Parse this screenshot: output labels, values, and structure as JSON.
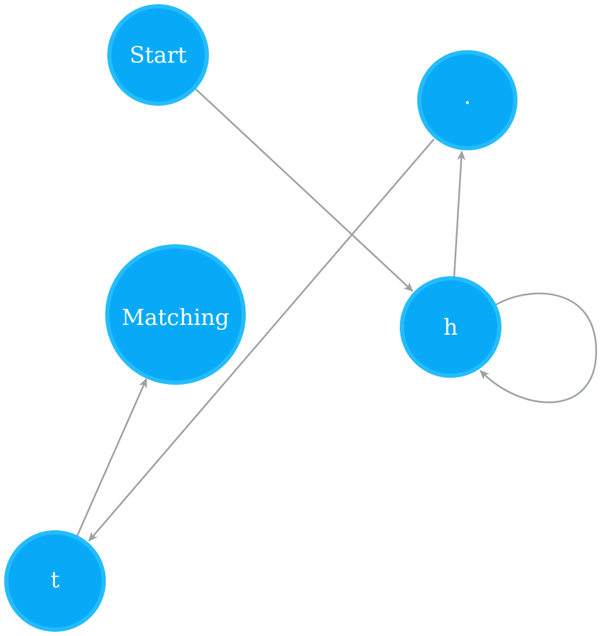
{
  "diagram": {
    "colors": {
      "node_fill": "#08aaf7",
      "node_stroke": "#25bcfc",
      "edge": "#9aa0a3",
      "label": "#ffffff"
    },
    "nodes": [
      {
        "id": "start",
        "label": "Start"
      },
      {
        "id": "dot",
        "label": "."
      },
      {
        "id": "matching",
        "label": "Matching"
      },
      {
        "id": "h",
        "label": "h"
      },
      {
        "id": "t",
        "label": "t"
      }
    ],
    "edges": [
      {
        "from": "start",
        "to": "h"
      },
      {
        "from": "h",
        "to": "dot"
      },
      {
        "from": "h",
        "to": "h"
      },
      {
        "from": "dot",
        "to": "t"
      },
      {
        "from": "t",
        "to": "matching"
      }
    ]
  }
}
